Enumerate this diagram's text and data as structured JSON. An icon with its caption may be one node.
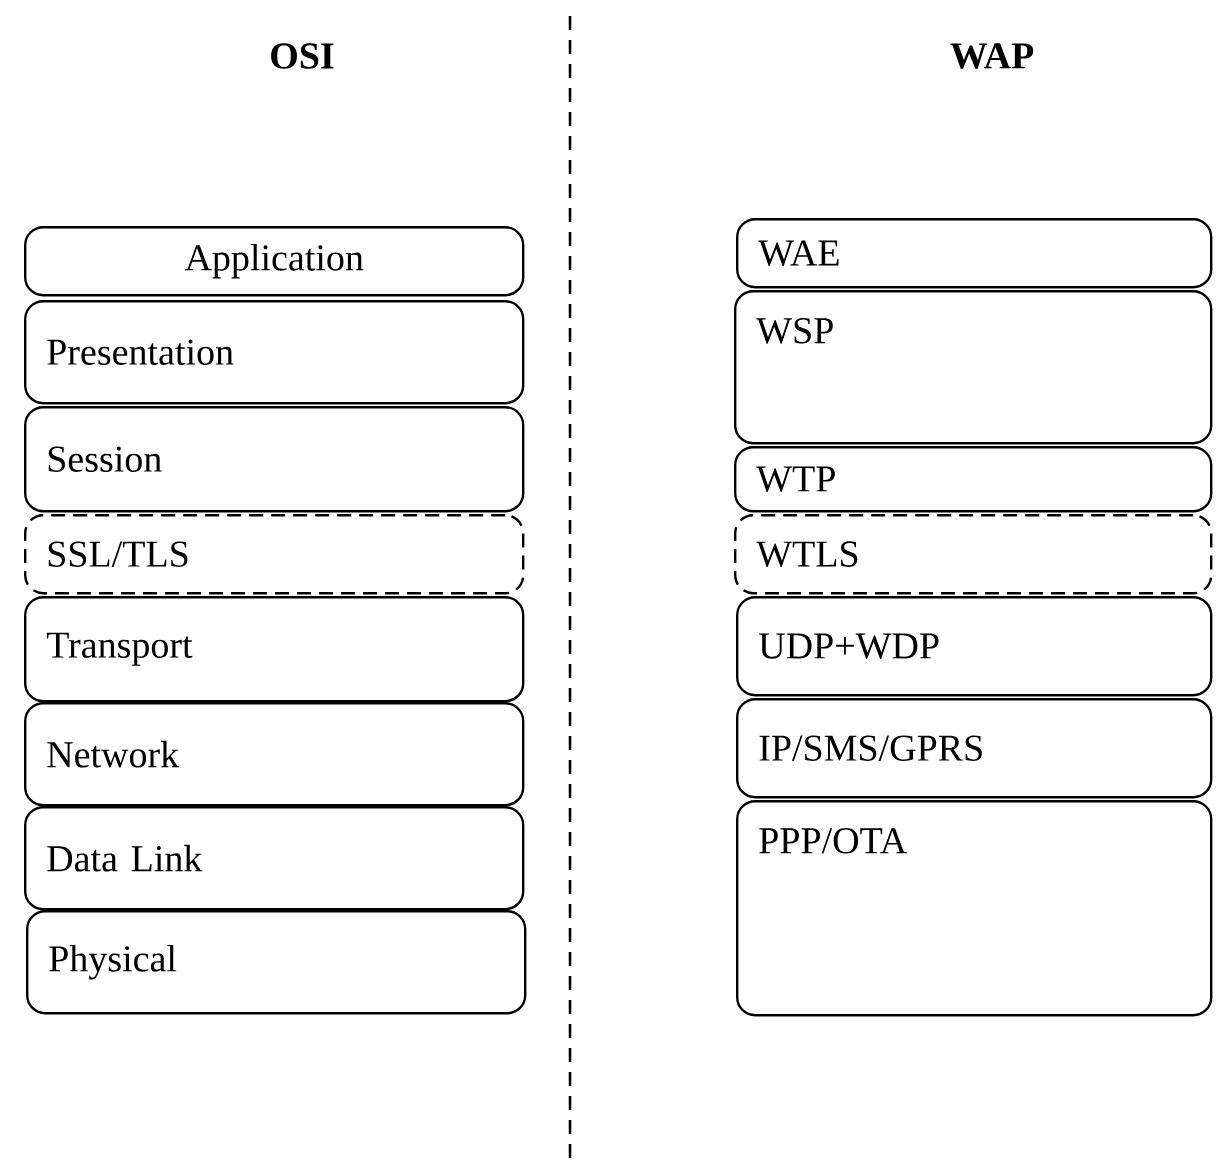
{
  "diagram": {
    "nodes": [
      {
        "text": [
          "Application"
        ]
      },
      {
        "text": [
          "Presentation"
        ]
      },
      {
        "text": [
          "Session"
        ]
      },
      {
        "text": [
          "SSL/TLS"
        ]
      },
      {
        "text": [
          "Transport"
        ]
      },
      {
        "text": [
          "Network"
        ]
      },
      {
        "text": [
          "Data Link"
        ]
      },
      {
        "text": [
          "Physical"
        ]
      },
      {
        "text": [
          "WAE"
        ]
      },
      {
        "text": [
          "WSP"
        ]
      },
      {
        "text": [
          "WTP"
        ]
      },
      {
        "text": [
          "WTLS"
        ]
      },
      {
        "text": [
          "UDP+WDP"
        ]
      },
      {
        "text": [
          "IP/SMS/GPRS"
        ]
      },
      {
        "text": [
          "PPP/OTA"
        ]
      }
    ],
    "labels": [
      "OSI",
      "WAP"
    ]
  }
}
